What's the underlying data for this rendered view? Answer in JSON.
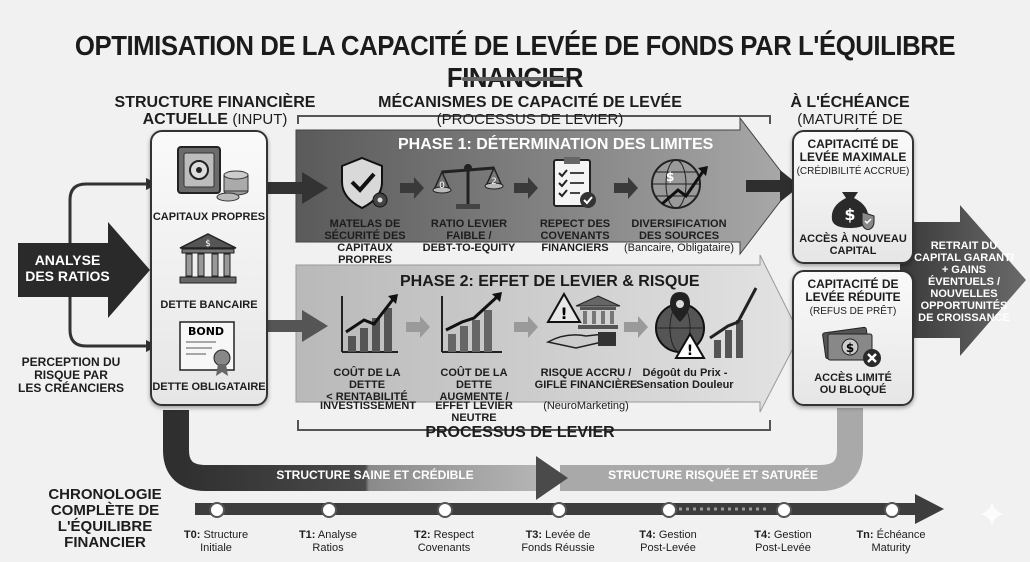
{
  "title": "OPTIMISATION DE LA CAPACITÉ DE LEVÉE DE FONDS PAR L'ÉQUILIBRE FINANCIER",
  "left_section": {
    "header_main": "STRUCTURE FINANCIÈRE",
    "header_line2": "ACTUELLE",
    "header_tag": "(INPUT)",
    "items": [
      {
        "label": "CAPITAUX PROPRES",
        "icon": "safe-icon"
      },
      {
        "label": "DETTE BANCAIRE",
        "icon": "bank-icon"
      },
      {
        "label": "DETTE OBLIGATAIRE",
        "icon": "bond-certificate-icon",
        "icon_text": "BOND"
      }
    ]
  },
  "analyse_arrow": {
    "line1": "ANALYSE",
    "line2": "DES RATIOS"
  },
  "perception": {
    "line1": "PERCEPTION DU",
    "line2": "RISQUE PAR",
    "line3": "LES CRÉANCIERS"
  },
  "middle_section": {
    "header_main": "MÉCANISMES DE CAPACITÉ DE LEVÉE",
    "header_sub": "(PROCESSUS DE LEVIER)",
    "footer": "PROCESSUS DE LEVIER"
  },
  "phase1": {
    "title": "PHASE 1: DÉTERMINATION DES LIMITES",
    "steps": [
      {
        "lines": [
          "MATELAS DE",
          "SÉCURITÉ DES",
          "CAPITAUX PROPRES"
        ],
        "icon": "shield-check-icon"
      },
      {
        "lines": [
          "RATIO LEVIER",
          "FAIBLE /",
          "DEBT-TO-EQUITY"
        ],
        "icon": "balance-scale-icon",
        "icon_left": "0",
        "icon_right": "2"
      },
      {
        "lines": [
          "REPECT DES",
          "COVENANTS",
          "FINANCIERS"
        ],
        "icon": "checklist-icon"
      },
      {
        "lines": [
          "DIVERSIFICATION",
          "DES SOURCES"
        ],
        "sub": "(Bancaire, Obligataire)",
        "icon": "globe-growth-icon"
      }
    ]
  },
  "phase2": {
    "title": "PHASE 2: EFFET DE LEVIER & RISQUE",
    "steps": [
      {
        "lines": [
          "COÛT DE LA DETTE",
          "< RENTABILITÉ"
        ],
        "tail": "INVESTISSEMENT",
        "icon": "bar-chart-up-icon"
      },
      {
        "lines": [
          "COÛT DE LA DETTE",
          "AUGMENTE /"
        ],
        "tail": "EFFET LEVIER NEUTRE",
        "icon": "bar-chart-rising-icon"
      },
      {
        "lines": [
          "RISQUE ACCRU /",
          "GIFLE FINANCIÈRE"
        ],
        "tail": "(NeuroMarketing)",
        "icon": "risk-hand-icon"
      },
      {
        "lines": [
          "Dégoût du Prix -",
          "Sensation Douleur"
        ],
        "icon": "globe-warning-icon"
      }
    ]
  },
  "right_section": {
    "header_main": "À L'ÉCHÉANCE",
    "header_sub": "(MATURITÉ DE LEVÉE)",
    "box_top": {
      "lines": [
        "CAPITACITÉ DE",
        "LEVÉE MAXIMALE"
      ],
      "sub": "(CRÉDIBILITÉ ACCRUE)",
      "foot": [
        "ACCÈS À NOUVEAU",
        "CAPITAL"
      ],
      "icon": "money-bag-icon"
    },
    "box_bottom": {
      "lines": [
        "CAPITACITÉ DE",
        "LEVÉE RÉDUITE"
      ],
      "sub": "(REFUS DE PRÊT)",
      "foot": [
        "ACCÈS LIMITÉ",
        "OU BLOQUÉ"
      ],
      "icon": "cash-denied-icon"
    }
  },
  "final_arrow": {
    "lines": [
      "RETRAIT DU",
      "CAPITAL GARANTI",
      "+ GAINS",
      "ÉVENTUELS /",
      "NOUVELLES",
      "OPPORTUNITÉS",
      "DE CROISSANCE"
    ]
  },
  "bottom_flow": {
    "left": "STRUCTURE SAINE ET CRÉDIBLE",
    "right": "STRUCTURE RISQUÉE ET SATURÉE"
  },
  "timeline": {
    "title": [
      "CHRONOLOGIE",
      "COMPLÈTE DE",
      "L'ÉQUILIBRE",
      "FINANCIER"
    ],
    "points": [
      {
        "key": "T0:",
        "l1": "Structure",
        "l2": "Initiale"
      },
      {
        "key": "T1:",
        "l1": "Analyse",
        "l2": "Ratios"
      },
      {
        "key": "T2:",
        "l1": "Respect",
        "l2": "Covenants"
      },
      {
        "key": "T3:",
        "l1": "Levée de",
        "l2": "Fonds Réussie"
      },
      {
        "key": "T4:",
        "l1": "Gestion",
        "l2": "Post-Levée"
      },
      {
        "key": "T4:",
        "l1": "Gestion",
        "l2": "Post-Levée"
      },
      {
        "key": "Tn:",
        "l1": "Échéance",
        "l2": "Maturity"
      }
    ]
  },
  "colors": {
    "dark": "#2b2b2b",
    "mid": "#5a5a5a",
    "light": "#bdbdbd",
    "panel": "#e8e8e8"
  }
}
